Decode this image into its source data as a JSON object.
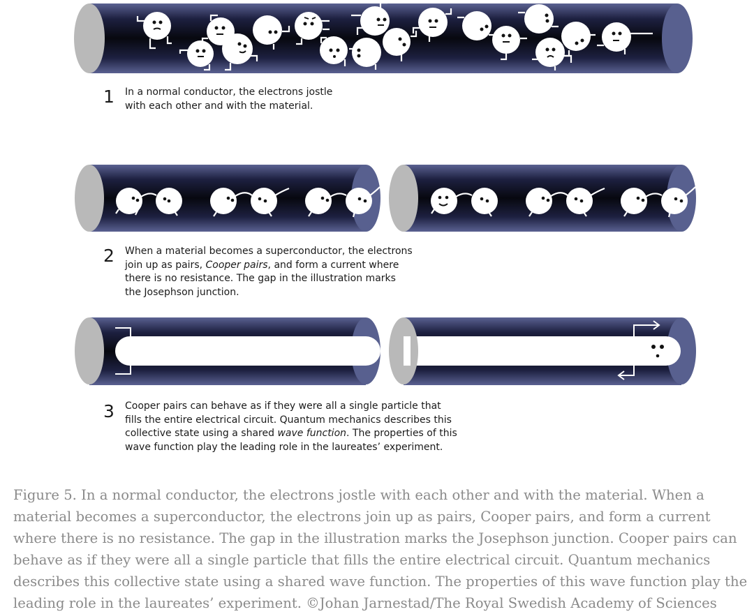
{
  "steps": [
    {
      "number": "1",
      "lines": [
        "In a normal conductor, the electrons jostle",
        "with each other and with the material."
      ]
    },
    {
      "number": "2",
      "lines": [
        {
          "before": "When a material becomes a superconductor, the electrons",
          "em": "",
          "after": ""
        },
        {
          "before": "join up as pairs, ",
          "em": "Cooper pairs",
          "after": ", and form a current where"
        },
        {
          "before": "there is no resistance. The gap in the illustration marks",
          "em": "",
          "after": ""
        },
        {
          "before": "the Josephson junction.",
          "em": "",
          "after": ""
        }
      ]
    },
    {
      "number": "3",
      "lines": [
        {
          "before": "Cooper pairs can behave as if they were all a single particle that",
          "em": "",
          "after": ""
        },
        {
          "before": "fills the entire electrical circuit. Quantum mechanics describes this",
          "em": "",
          "after": ""
        },
        {
          "before": "collective state using a shared ",
          "em": "wave function",
          "after": ". The properties of this"
        },
        {
          "before": "wave function play the leading role in the laureates’ experiment.",
          "em": "",
          "after": ""
        }
      ]
    }
  ],
  "caption": "Figure 5. In a normal conductor, the electrons jostle with each other and with the material. When a material becomes a superconductor, the electrons join up as pairs, Cooper pairs, and form a current where there is no resistance. The gap in the illustration marks the Josephson junction. Cooper pairs can behave as if they were all a single particle that fills the entire electrical circuit. Quantum mechanics describes this collective state using a shared wave function. The properties of this wave function play the leading role in the laureates’ experiment. ©Johan Jarnestad/The Royal Swedish Academy of Sciences",
  "colors": {
    "tube_dark": "#0b0c1c",
    "tube_edge": "#545b8a",
    "tube_cap_left": "#b9b9b9",
    "tube_cap_right": "#58608f",
    "electron": "#ffffff",
    "text": "#1a1a1a",
    "caption_text": "#8a8a8a"
  }
}
